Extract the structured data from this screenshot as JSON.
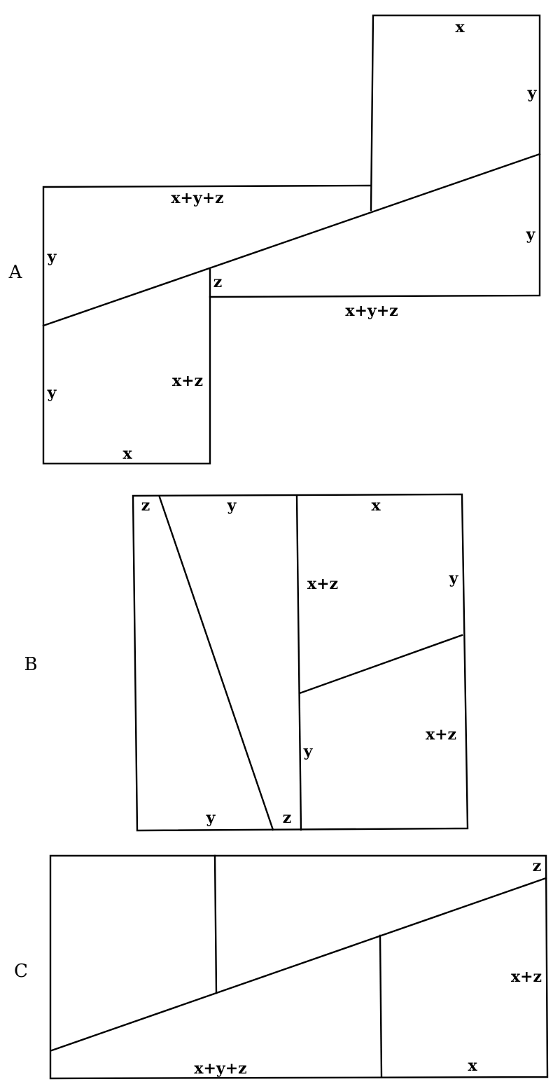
{
  "figures": [
    {
      "id": "A",
      "labels": [
        "x",
        "y",
        "x+y+z",
        "y",
        "y",
        "z",
        "x+y+z",
        "y",
        "x+z",
        "x"
      ]
    },
    {
      "id": "B",
      "labels": [
        "z",
        "y",
        "x",
        "x+z",
        "y",
        "x+z",
        "y",
        "y",
        "z"
      ]
    },
    {
      "id": "C",
      "labels": [
        "z",
        "x+z",
        "x+y+z",
        "x"
      ]
    }
  ],
  "colors": {
    "line": "#000000",
    "background": "#ffffff"
  }
}
